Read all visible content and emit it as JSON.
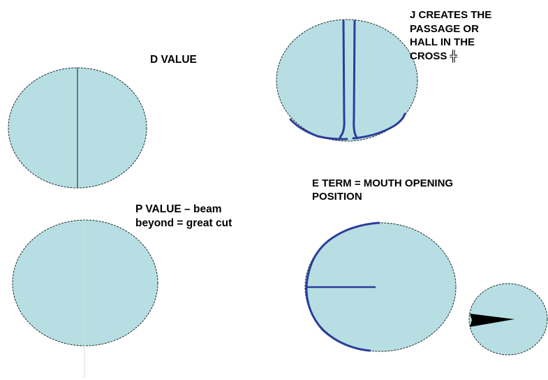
{
  "labels": {
    "d_value": "D VALUE",
    "j_creates": "J CREATES THE\nPASSAGE OR\nHALL IN THE\nCROSS ╬",
    "e_term": "E TERM = MOUTH OPENING\nPOSITION",
    "p_value": "P VALUE – beam\nbeyond = great cut"
  },
  "colors": {
    "circle_fill": "#b7dfe3",
    "circle_outline": "#1e2a2a",
    "accent_stroke": "#2b3d9a",
    "thin_line": "#2f3f3a",
    "pale_line": "#c8dede",
    "wedge": "#000000"
  }
}
